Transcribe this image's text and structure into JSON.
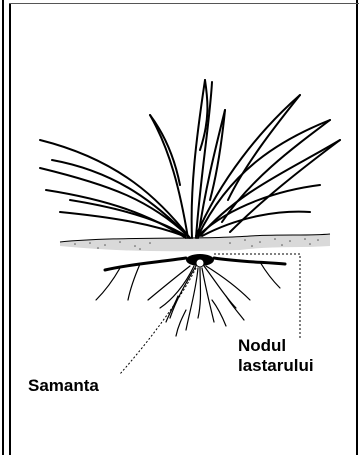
{
  "labels": {
    "seed": "Samanta",
    "tiller_node_line1": "Nodul",
    "tiller_node_line2": "lastarului"
  }
}
